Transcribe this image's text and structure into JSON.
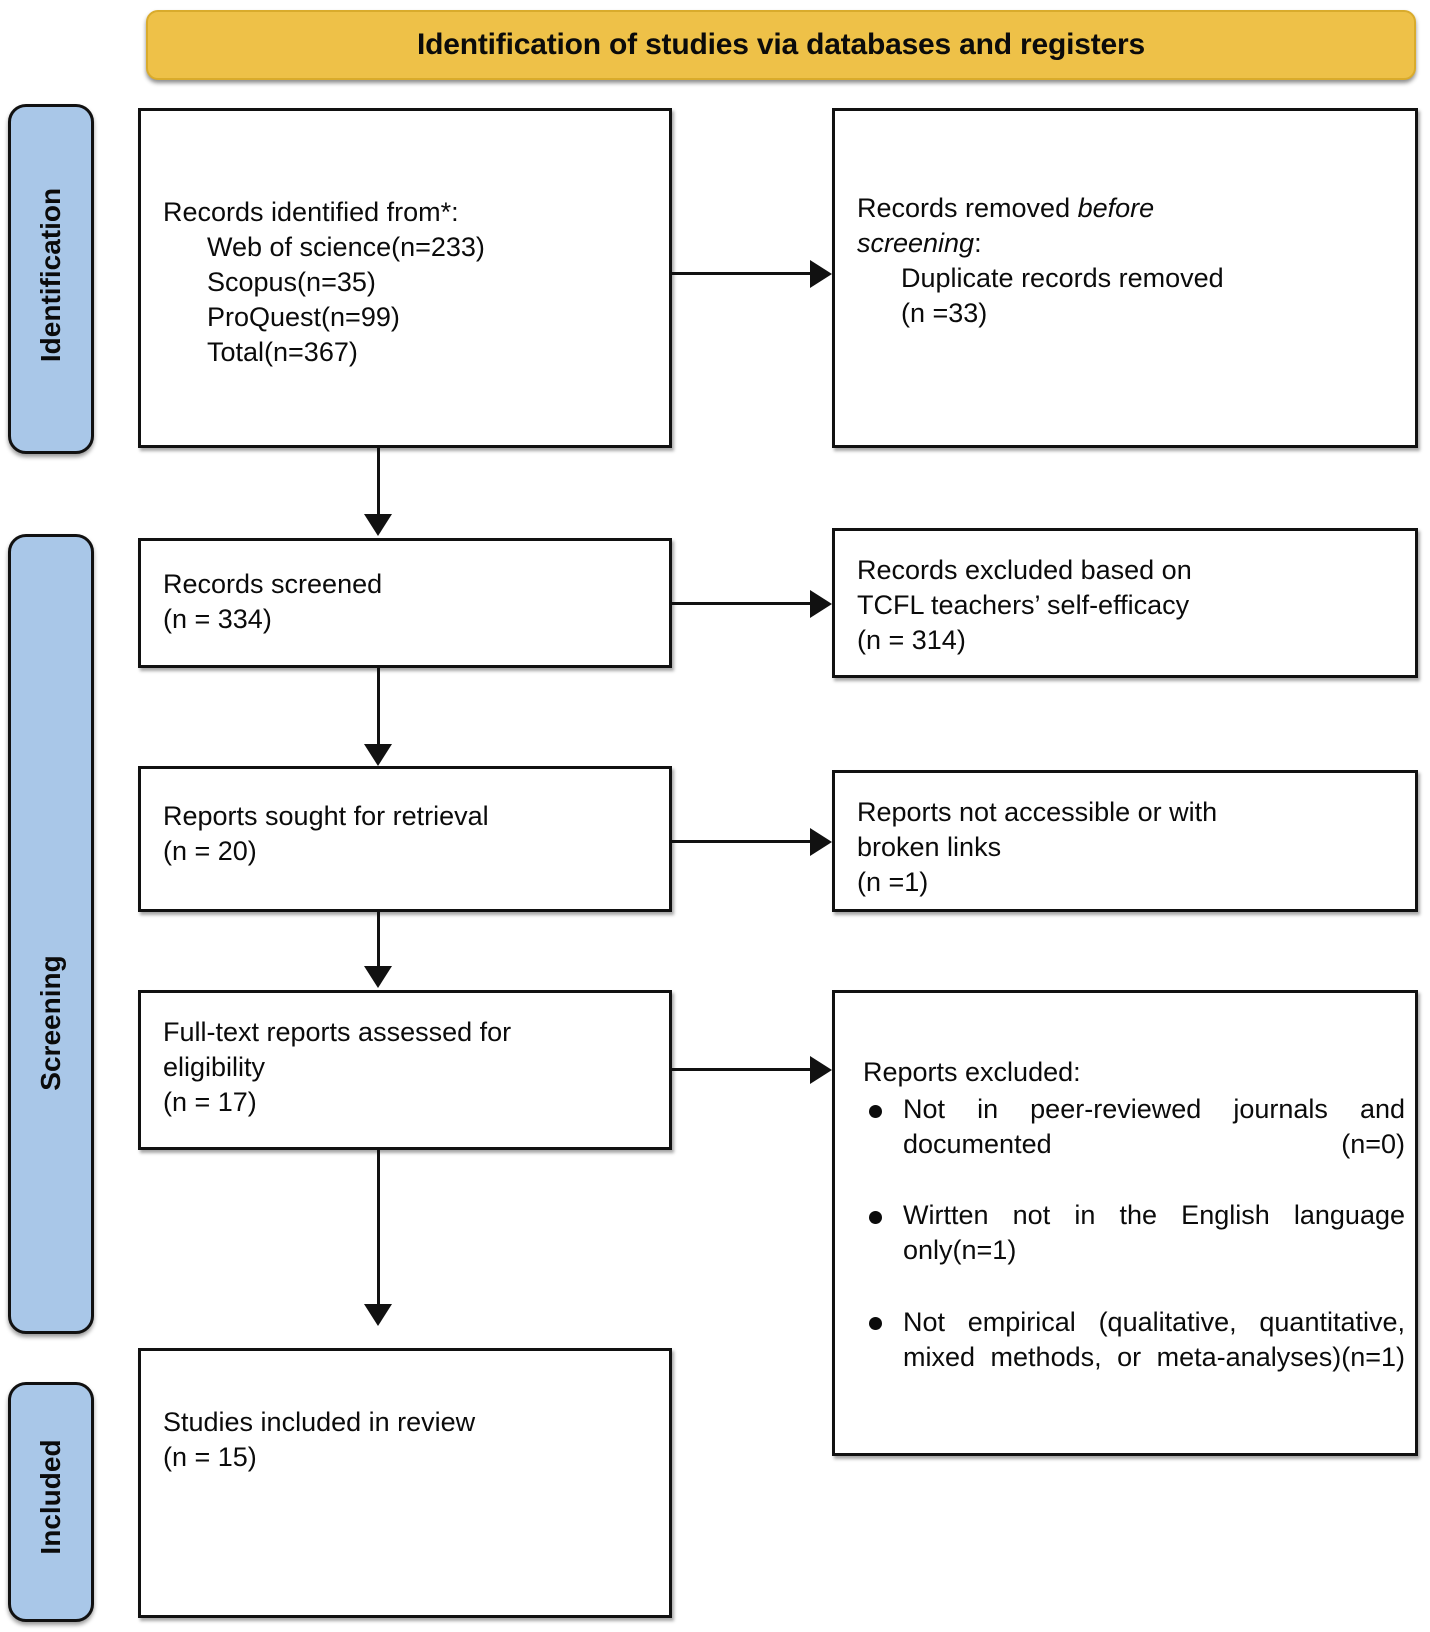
{
  "banner": {
    "title": "Identification of studies via databases and registers"
  },
  "rails": [
    {
      "id": "identification",
      "label": "Identification"
    },
    {
      "id": "screening",
      "label": "Screening"
    },
    {
      "id": "included",
      "label": "Included"
    }
  ],
  "boxes": {
    "identified": {
      "heading": "Records identified from*:",
      "lines": [
        "Web of science(n=233)",
        "Scopus(n=35)",
        "ProQuest(n=99)",
        "Total(n=367)"
      ]
    },
    "removed": {
      "line1_prefix": "Records removed ",
      "line1_italic": "before",
      "line2_italic": "screening",
      "line2_suffix": ":",
      "lines": [
        "Duplicate records removed",
        "(n =33)"
      ]
    },
    "screened": {
      "line1": "Records screened",
      "line2": "(n = 334)"
    },
    "excluded_screen": {
      "line1": "Records excluded based on",
      "line2": "TCFL teachers’ self-efficacy",
      "line3": "(n = 314)"
    },
    "sought": {
      "line1": "Reports sought for retrieval",
      "line2": "(n = 20)"
    },
    "not_accessible": {
      "line1": "Reports not accessible or with",
      "line2": "broken links",
      "line3": "(n =1)"
    },
    "fulltext": {
      "line1": "Full-text reports assessed for",
      "line2": "eligibility",
      "line3": "(n = 17)"
    },
    "reports_excluded": {
      "heading": "Reports excluded:",
      "items": [
        "Not in peer-reviewed journals and documented (n=0)",
        "Wirtten not in the English language only(n=1)",
        "Not empirical (qualitative, quantitative, mixed methods, or meta-analyses)(n=1)"
      ]
    },
    "included": {
      "line1": "Studies included in review",
      "line2": "(n = 15)"
    }
  },
  "colors": {
    "banner_fill": "#eec148",
    "rail_fill": "#a9c7e8",
    "box_border": "#111111",
    "text": "#0b0b0b"
  }
}
